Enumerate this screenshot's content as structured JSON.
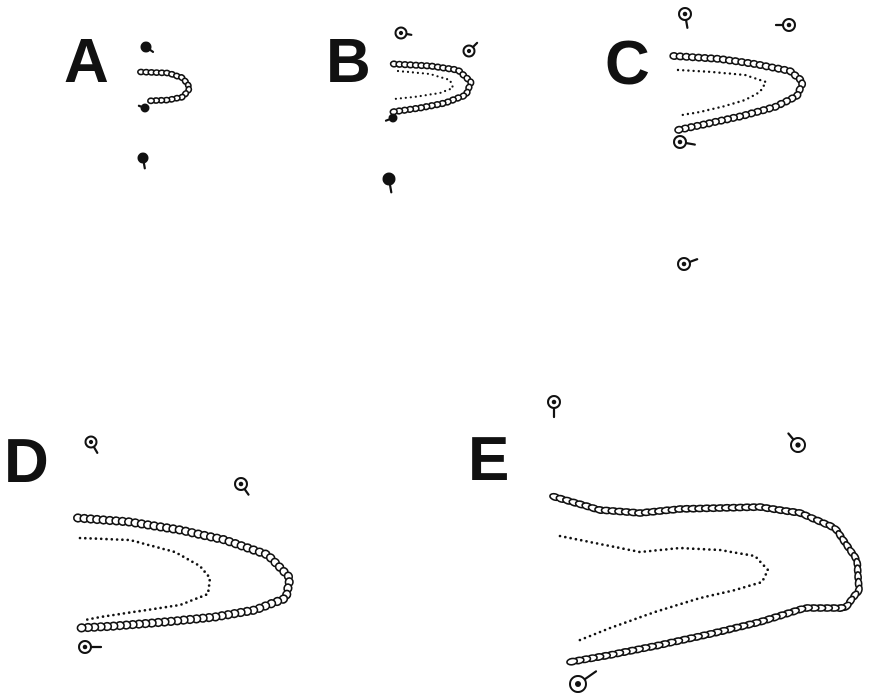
{
  "figure": {
    "panels": [
      {
        "id": "A",
        "label": "A"
      },
      {
        "id": "B",
        "label": "B"
      },
      {
        "id": "C",
        "label": "C"
      },
      {
        "id": "D",
        "label": "D"
      },
      {
        "id": "E",
        "label": "E"
      }
    ]
  },
  "colors": {
    "ink": "#111111",
    "background": "#ffffff"
  },
  "icons": {
    "marker": "circle-with-tail-icon"
  }
}
